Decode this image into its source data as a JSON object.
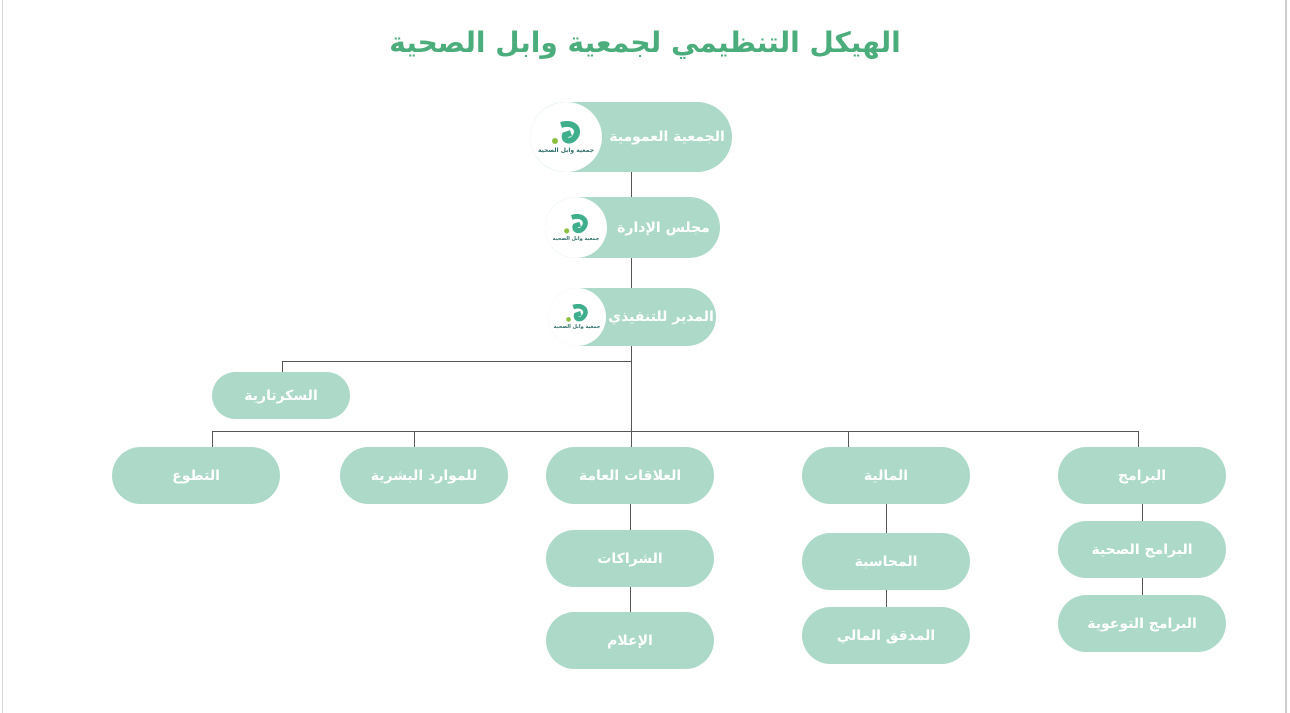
{
  "title": "الهيكل التنظيمي لجمعية وابل الصحية",
  "logo_text": "جمعية وابل الصحية",
  "colors": {
    "node": "#acd9c8",
    "title": "#4aad7b"
  },
  "nodes": {
    "general_assembly": "الجمعية العمومية",
    "board": "مجلس الإدارة",
    "executive_director": "المدير للتنفيذي",
    "secretariat": "السكرتارية",
    "volunteering": "التطوع",
    "hr": "للموارد البشرية",
    "public_relations": "العلاقات العامة",
    "partnerships": "الشراكات",
    "media": "الإعلام",
    "finance": "المالية",
    "accounting": "المحاسبة",
    "financial_auditor": "المدقق المالي",
    "programs": "البرامج",
    "health_programs": "البرامج الصحية",
    "awareness_programs": "البرامج التوعوية"
  }
}
